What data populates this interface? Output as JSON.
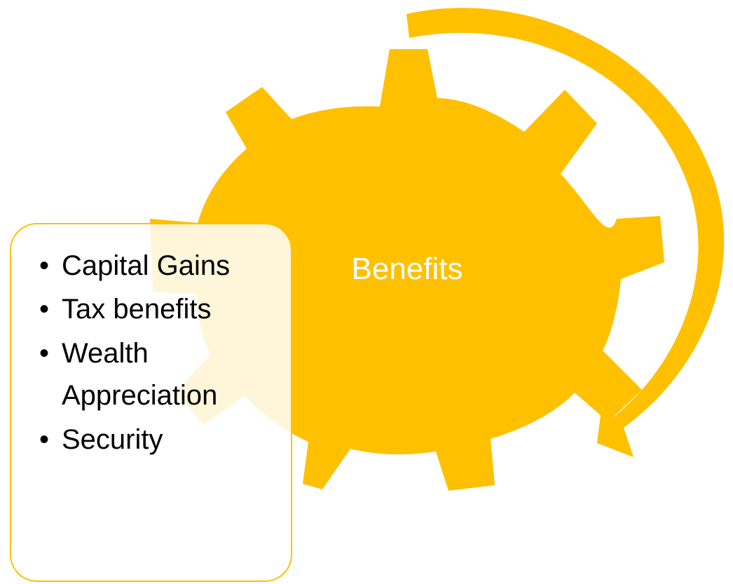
{
  "diagram": {
    "center_label": "Benefits",
    "bullet_items": [
      {
        "text": "Capital Gains"
      },
      {
        "text": "Tax benefits"
      },
      {
        "text": "Wealth Appreciation",
        "lines": [
          "Wealth",
          "Appreciation"
        ]
      },
      {
        "text": "Security"
      }
    ]
  },
  "colors": {
    "gear_fill": "#FFC000",
    "arrow_fill": "#FFC000",
    "box_border": "#FFC000",
    "box_fill": "rgba(255,255,255,0.85)",
    "label_text": "#FFFFFF",
    "bullet_text": "#000000"
  },
  "icons": {
    "gear": "gear-icon",
    "arrow": "curved-arrow-icon",
    "bullet": "bullet-dot"
  }
}
